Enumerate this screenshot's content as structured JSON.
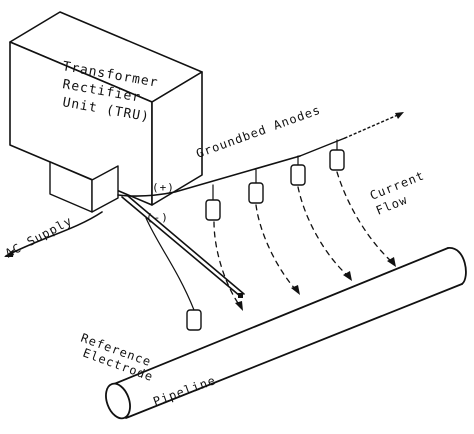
{
  "labels": {
    "tru_line1": "Transformer",
    "tru_line2": "Rectifier",
    "tru_line3": "Unit (TRU)",
    "ac_supply": "AC Supply",
    "plus_terminal": "(+)",
    "minus_terminal": "(-)",
    "groundbed": "Groundbed Anodes",
    "current_line1": "Current",
    "current_line2": "Flow",
    "reference_line1": "Reference",
    "reference_line2": "Electrode",
    "pipeline": "Pipeline"
  },
  "colors": {
    "line": "#111111",
    "background": "#ffffff"
  }
}
